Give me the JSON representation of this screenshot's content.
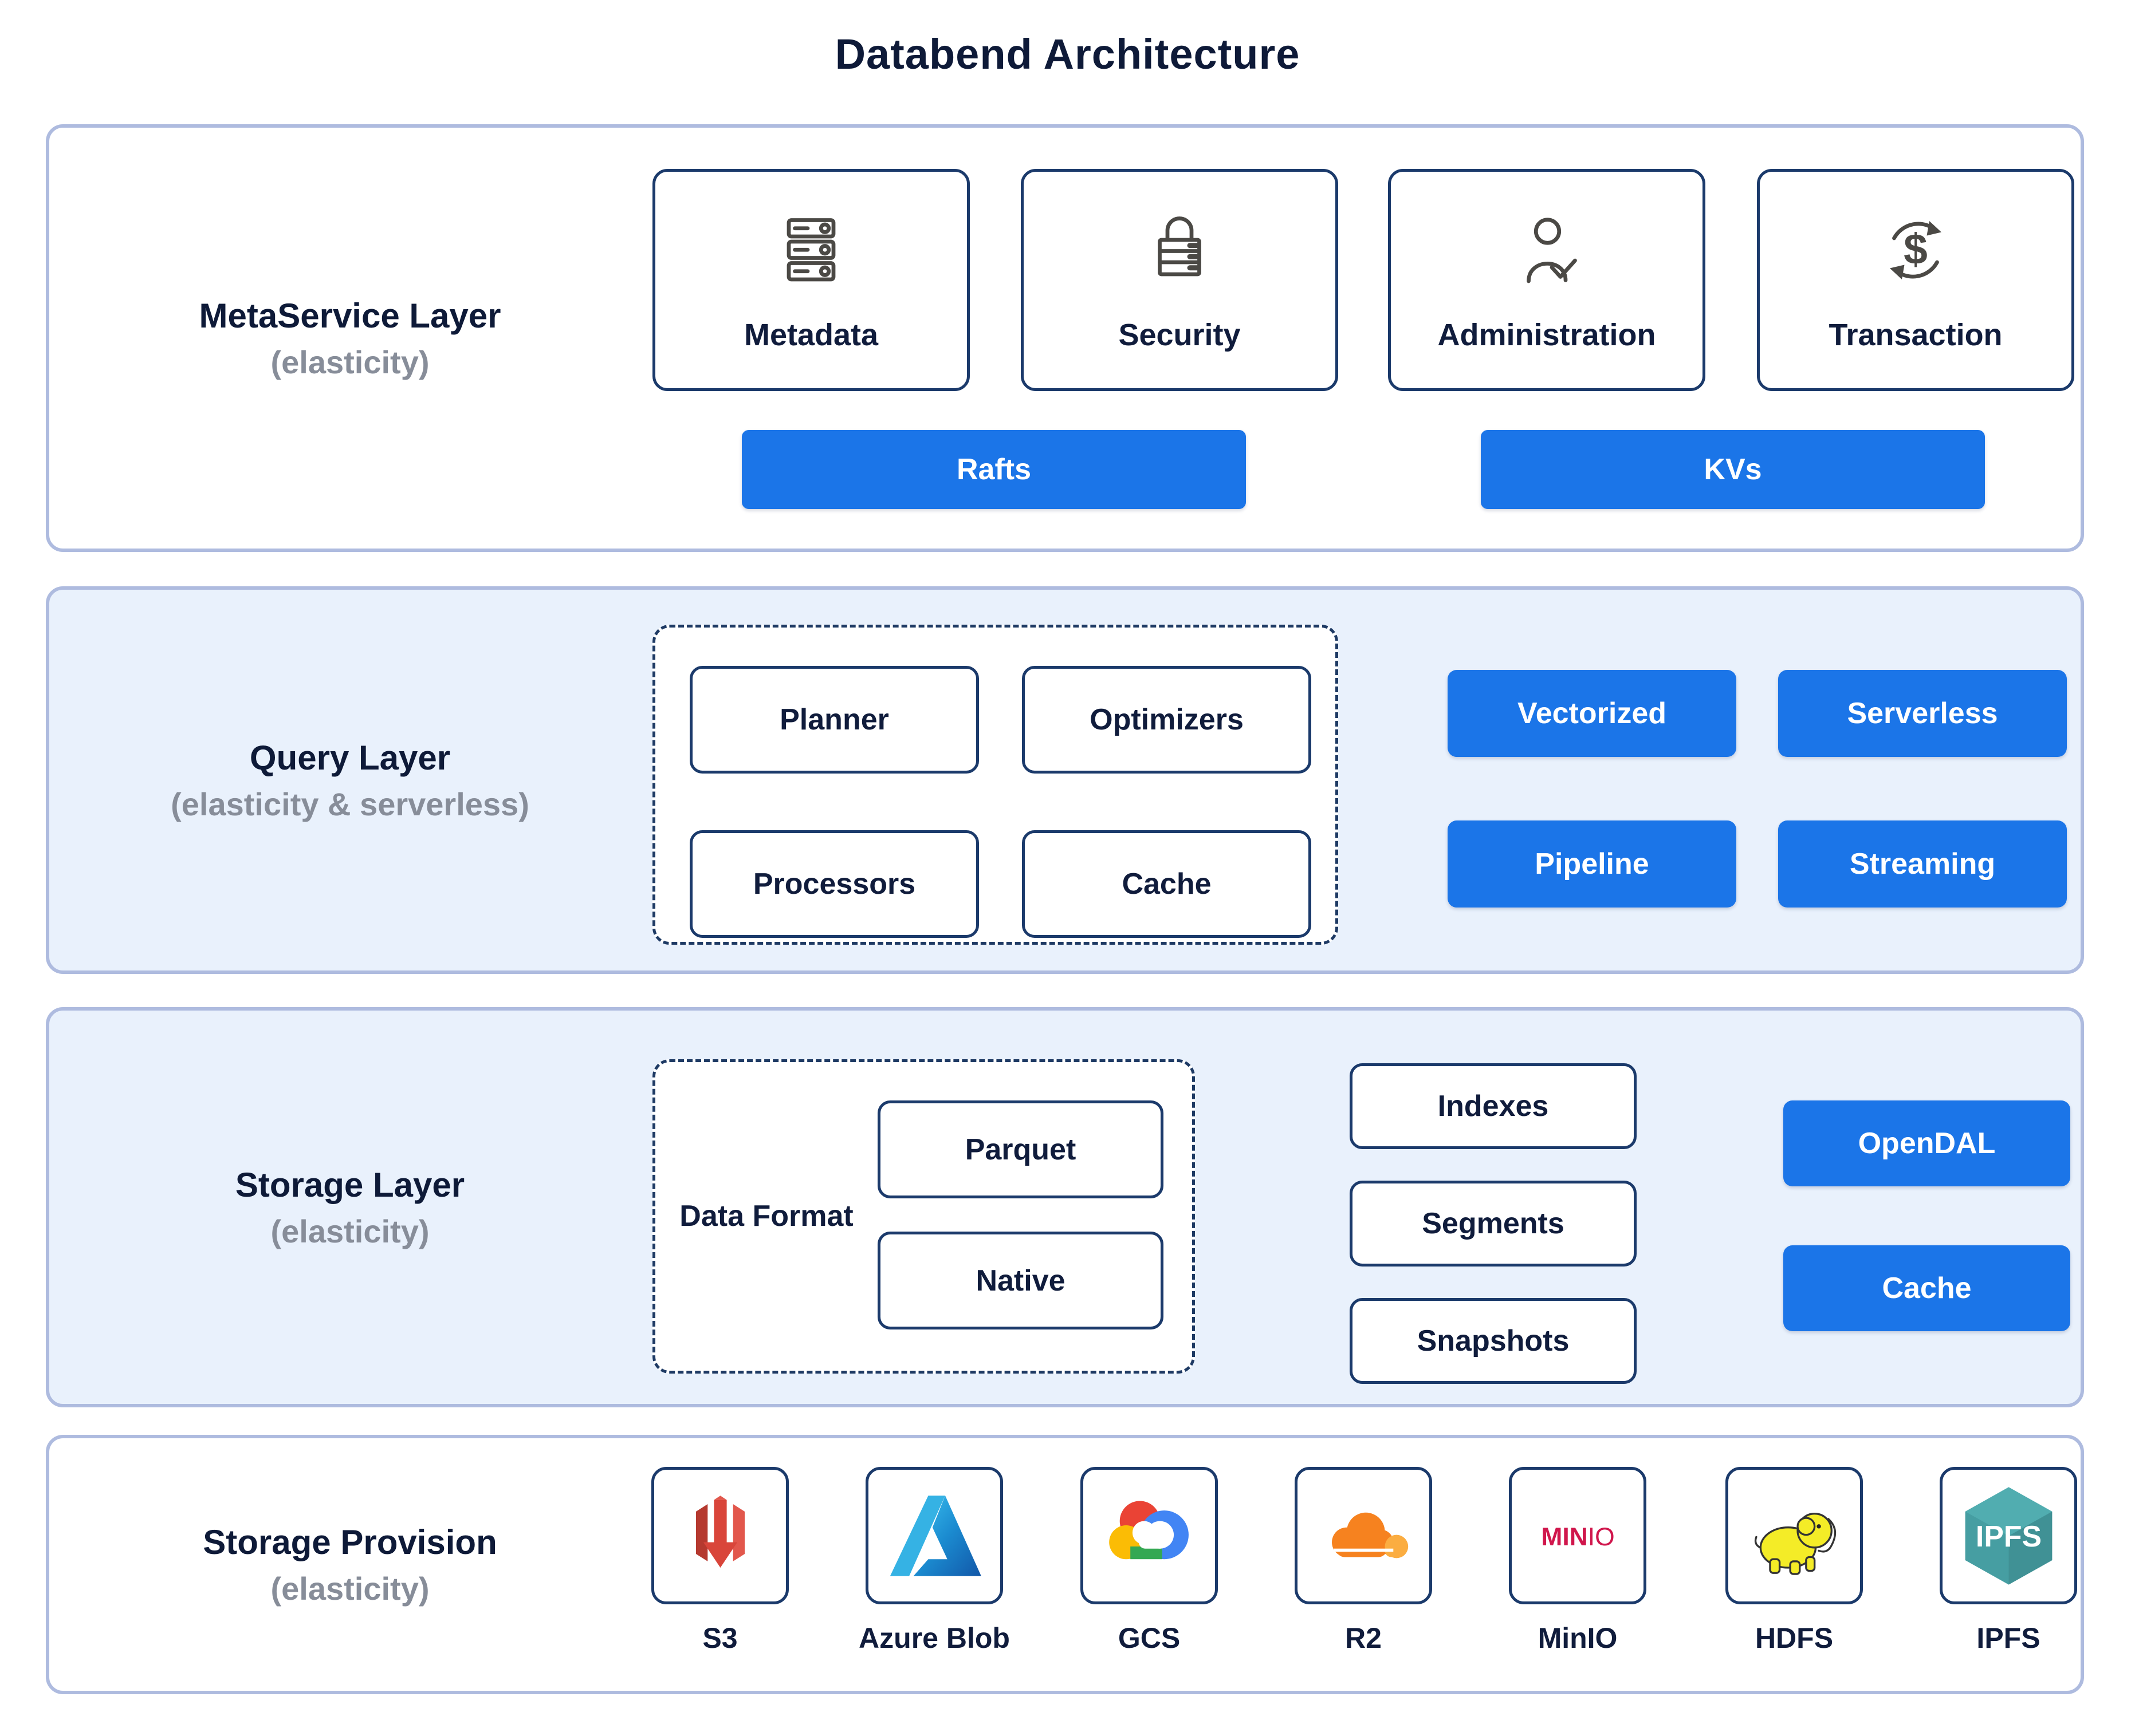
{
  "page": {
    "title": "Databend Architecture"
  },
  "colors": {
    "accent_blue": "#1b75e8",
    "navy_text": "#0e1a38",
    "gray_text": "#878d99",
    "panel_blue_bg": "#e9f1fc",
    "panel_border": "#aebbdf",
    "card_border": "#1b3a6b"
  },
  "metaservice": {
    "title": "MetaService Layer",
    "subtitle": "(elasticity)",
    "cards": [
      {
        "label": "Metadata",
        "icon": "server-stack-icon"
      },
      {
        "label": "Security",
        "icon": "padlock-icon"
      },
      {
        "label": "Administration",
        "icon": "user-check-icon"
      },
      {
        "label": "Transaction",
        "icon": "dollar-cycle-icon"
      }
    ],
    "buttons": [
      {
        "label": "Rafts"
      },
      {
        "label": "KVs"
      }
    ]
  },
  "query": {
    "title": "Query Layer",
    "subtitle": "(elasticity & serverless)",
    "engine_boxes": [
      "Planner",
      "Optimizers",
      "Processors",
      "Cache"
    ],
    "pills": [
      "Vectorized",
      "Serverless",
      "Pipeline",
      "Streaming"
    ]
  },
  "storage": {
    "title": "Storage Layer",
    "subtitle": "(elasticity)",
    "data_format_label": "Data Format",
    "format_boxes": [
      "Parquet",
      "Native"
    ],
    "artifact_boxes": [
      "Indexes",
      "Segments",
      "Snapshots"
    ],
    "pills": [
      "OpenDAL",
      "Cache"
    ]
  },
  "provision": {
    "title": "Storage Provision",
    "subtitle": "(elasticity)",
    "providers": [
      {
        "label": "S3",
        "icon": "s3-icon"
      },
      {
        "label": "Azure Blob",
        "icon": "azure-icon"
      },
      {
        "label": "GCS",
        "icon": "gcs-icon"
      },
      {
        "label": "R2",
        "icon": "cloudflare-icon"
      },
      {
        "label": "MinIO",
        "icon": "minio-icon"
      },
      {
        "label": "HDFS",
        "icon": "hadoop-elephant-icon"
      },
      {
        "label": "IPFS",
        "icon": "ipfs-icon"
      }
    ]
  }
}
